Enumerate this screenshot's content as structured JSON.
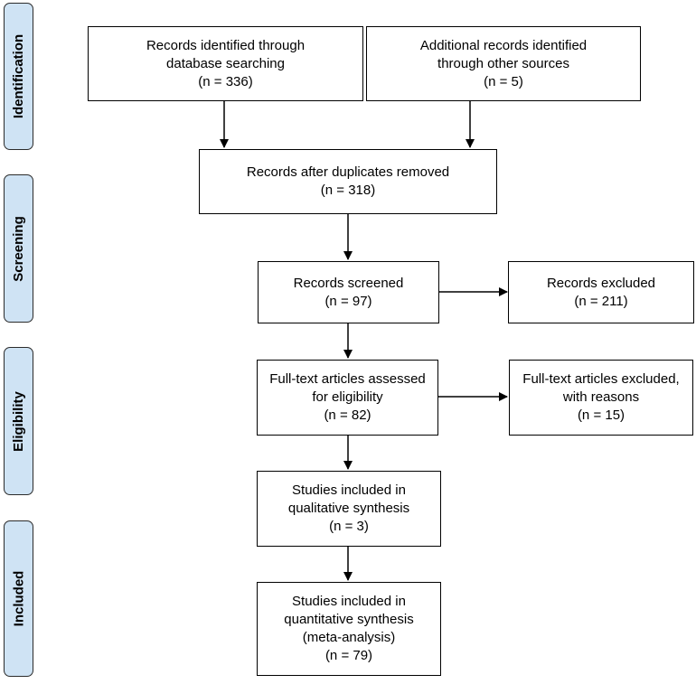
{
  "phases": {
    "identification": "Identification",
    "screening": "Screening",
    "eligibility": "Eligibility",
    "included": "Included"
  },
  "boxes": {
    "database": {
      "lines": [
        "Records identified through",
        "database searching",
        "(n = 336)"
      ]
    },
    "other": {
      "lines": [
        "Additional records identified",
        "through other sources",
        "(n = 5)"
      ]
    },
    "duplicates": {
      "lines": [
        "Records after duplicates removed",
        "(n = 318)"
      ]
    },
    "screened": {
      "lines": [
        "Records screened",
        "(n = 97)"
      ]
    },
    "excluded": {
      "lines": [
        "Records excluded",
        "(n = 211)"
      ]
    },
    "fulltext": {
      "lines": [
        "Full-text articles assessed",
        "for eligibility",
        "(n = 82)"
      ]
    },
    "fulltext_excluded": {
      "lines": [
        "Full-text articles excluded,",
        "with reasons",
        "(n = 15)"
      ]
    },
    "qualitative": {
      "lines": [
        "Studies included in",
        "qualitative synthesis",
        "(n = 3)"
      ]
    },
    "quantitative": {
      "lines": [
        "Studies included in",
        "quantitative synthesis",
        "(meta-analysis)",
        "(n = 79)"
      ]
    }
  },
  "colors": {
    "phase_fill": "#cfe3f4",
    "border": "#000000"
  }
}
